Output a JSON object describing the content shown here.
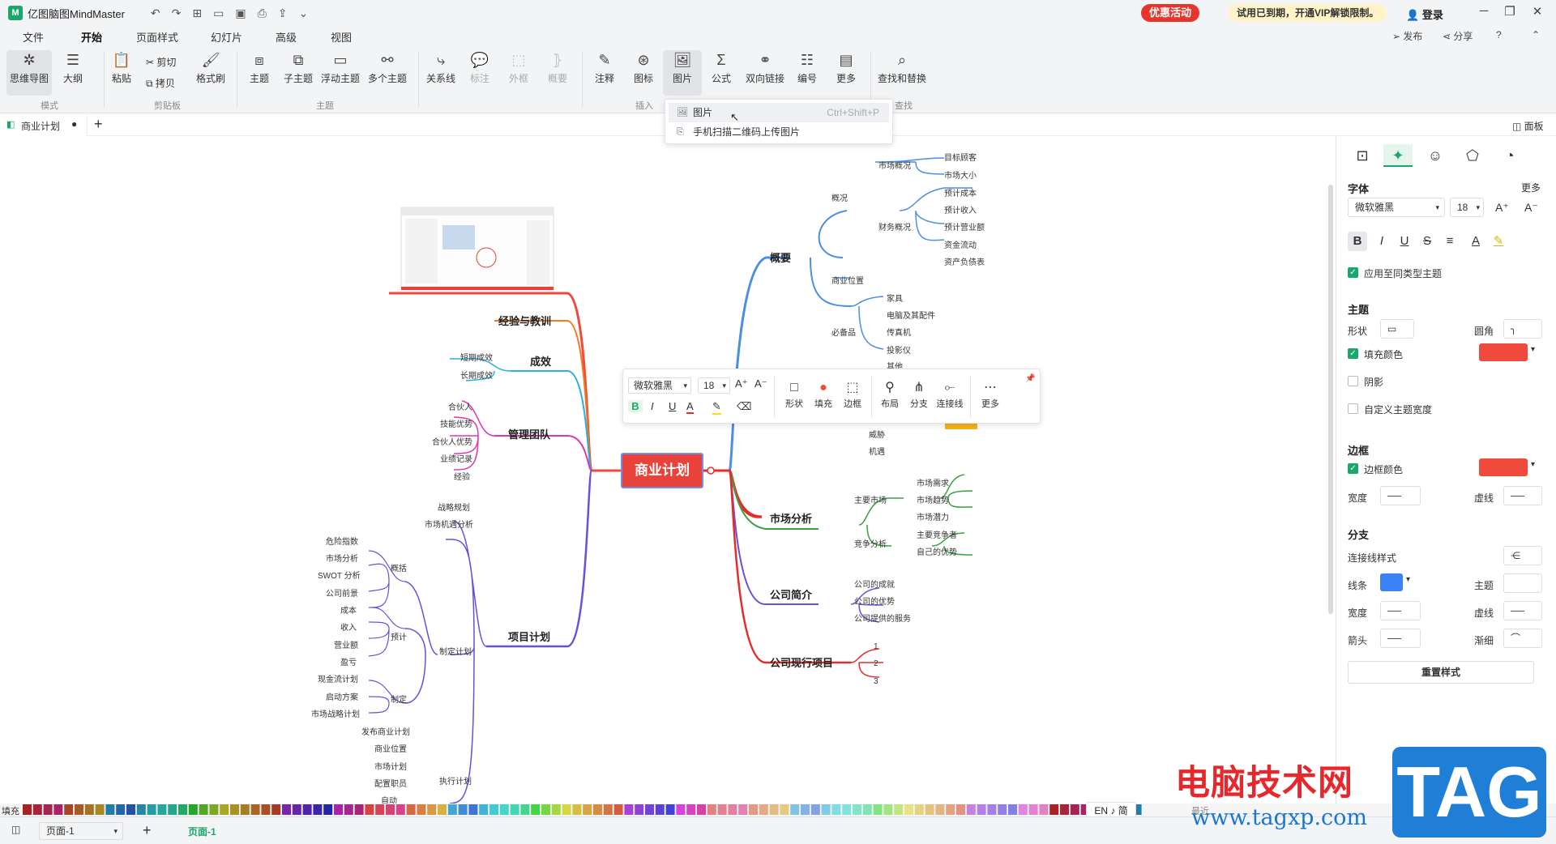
{
  "app": {
    "logo": "M",
    "title": "亿图脑图MindMaster",
    "promo": "优惠活动",
    "vip_msg": "试用已到期，开通VIP解锁限制。",
    "login": "登录"
  },
  "menu": {
    "tabs": [
      "文件",
      "开始",
      "页面样式",
      "幻灯片",
      "高级",
      "视图"
    ],
    "publish": "发布",
    "share": "分享",
    "help": "?"
  },
  "ribbon": {
    "mindmap": "思维导图",
    "outline": "大纲",
    "group_mode": "模式",
    "paste": "粘贴",
    "cut": "剪切",
    "copy": "拷贝",
    "format_painter": "格式刷",
    "group_clipboard": "剪贴板",
    "topic": "主题",
    "subtopic": "子主题",
    "float_topic": "浮动主题",
    "multi_topic": "多个主题",
    "group_topic": "主题",
    "relation": "关系线",
    "callout": "标注",
    "boundary": "外框",
    "summary": "概要",
    "note": "注释",
    "icon": "图标",
    "image": "图片",
    "formula": "公式",
    "bilink": "双向链接",
    "numbering": "编号",
    "more": "更多",
    "group_insert": "插入",
    "find_replace": "查找和替换",
    "group_find": "查找"
  },
  "dropdown": {
    "items": [
      {
        "label": "图片",
        "shortcut": "Ctrl+Shift+P"
      },
      {
        "label": "手机扫描二维码上传图片",
        "shortcut": ""
      }
    ]
  },
  "doc": {
    "tab": "商业计划",
    "panel_toggle": "面板"
  },
  "mindmap": {
    "root": "商业计划",
    "branches": {
      "overview": "概要",
      "market_analysis": "市场分析",
      "company_intro": "公司简介",
      "current_projects": "公司现行项目",
      "project_plan": "项目计划",
      "management": "管理团队",
      "results": "成效",
      "lessons": "经验与教训"
    },
    "overview_sub": {
      "general": "概况",
      "market_overview": "市场概况",
      "target_customer": "目标顾客",
      "market_size": "市场大小",
      "finance_overview": "财务概况",
      "est_cost": "预计成本",
      "est_income": "预计收入",
      "est_revenue": "预计营业额",
      "cash_flow": "资金流动",
      "balance_sheet": "资产负债表",
      "location": "商业位置",
      "essentials": "必备品",
      "furniture": "家具",
      "computers": "电脑及其配件",
      "fax": "传真机",
      "projector": "投影仪",
      "other": "其他"
    },
    "swot_sub": {
      "threat": "威胁",
      "opportunity": "机遇"
    },
    "market_sub": {
      "main_market": "主要市场",
      "competition": "竞争分析",
      "market_demand": "市场需求",
      "market_trend": "市场趋势",
      "market_potential": "市场潜力",
      "main_competitors": "主要竞争者",
      "own_advantage": "自己的优势"
    },
    "company_sub": {
      "achievements": "公司的成就",
      "advantages": "公司的优势",
      "services": "公司提供的服务"
    },
    "projects_sub": [
      "1",
      "2",
      "3"
    ],
    "results_sub": {
      "short": "短期成效",
      "long": "长期成效"
    },
    "team_sub": [
      "合伙人",
      "技能优势",
      "合伙人优势",
      "业绩记录",
      "经验"
    ],
    "plan_sub": {
      "strategy": "战略规划",
      "market_opportunity": "市场机遇分析",
      "make_plan": "制定计划",
      "overview": "概括",
      "risk": "危险指数",
      "market_analysis": "市场分析",
      "swot": "SWOT 分析",
      "company_prospect": "公司前景",
      "budget": "预计",
      "cost": "成本",
      "income": "收入",
      "revenue": "营业额",
      "profit": "盈亏",
      "formulate": "制定",
      "cashflow_plan": "现金流计划",
      "startup_plan": "启动方案",
      "market_strategy": "市场战略计划",
      "publish_plan": "发布商业计划",
      "execute_plan": "执行计划",
      "location": "商业位置",
      "market_plan": "市场计划",
      "staffing": "配置职员",
      "self": "自动"
    }
  },
  "floatbar": {
    "font": "微软雅黑",
    "size": "18",
    "shape": "形状",
    "fill": "填充",
    "border": "边框",
    "layout": "布局",
    "branch": "分支",
    "connector": "连接线",
    "more": "更多"
  },
  "panel": {
    "font_title": "字体",
    "more": "更多",
    "font": "微软雅黑",
    "size": "18",
    "apply_same": "应用至同类型主题",
    "topic_title": "主题",
    "shape": "形状",
    "corner": "圆角",
    "fill_color": "填充颜色",
    "shadow": "阴影",
    "custom_width": "自定义主题宽度",
    "border_title": "边框",
    "border_color": "边框颜色",
    "width": "宽度",
    "dash": "虚线",
    "branch_title": "分支",
    "line_style": "连接线样式",
    "line": "线条",
    "topic": "主题",
    "arrow": "箭头",
    "taper": "渐细",
    "reset": "重置样式",
    "colors": {
      "fill": "#f04a3c",
      "border": "#f04a3c",
      "line": "#3b82f6",
      "accent": "#1aa86a"
    }
  },
  "status": {
    "fill": "填充",
    "page_select": "页面-1",
    "page_tab": "页面-1",
    "ime": "EN ♪ 简",
    "recent": "最近"
  },
  "watermark": {
    "cn": "电脑技术网",
    "url": "www.tagxp.com",
    "tag": "TAG"
  }
}
